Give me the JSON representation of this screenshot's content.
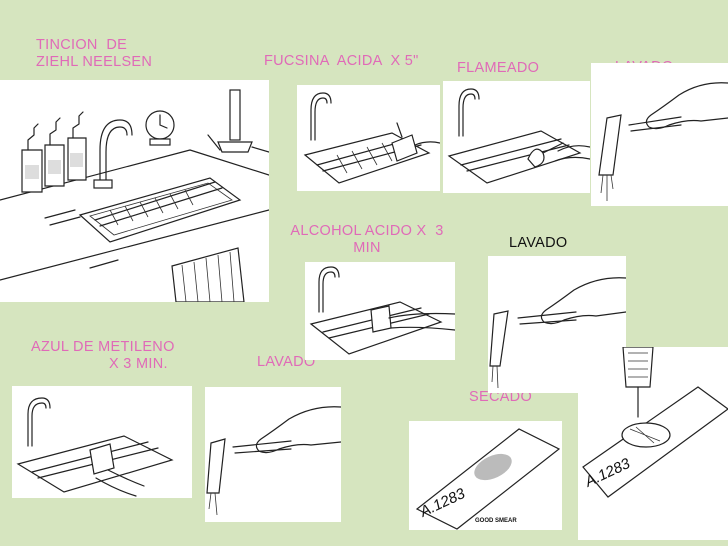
{
  "steps": {
    "title": "TINCION  DE\nZIEHL NEELSEN",
    "fucsina": "FUCSINA  ACIDA  X 5\"",
    "flameado": "FLAMEADO",
    "lavado1": "LAVADO",
    "alcohol": "ALCOHOL ACIDO X  3\nMIN",
    "lavado2": "LAVADO",
    "azul": "AZUL DE METILENO\nX 3 MIN.",
    "lavado3": "LAVADO",
    "secado": "SECADO"
  },
  "slides": {
    "label_a": "A.1283",
    "label_b": "A.1283",
    "good_smear": "GOOD SMEAR"
  },
  "colors": {
    "background": "#d6e5bf",
    "label_pink": "#e06ab8",
    "label_dark": "#111111"
  }
}
